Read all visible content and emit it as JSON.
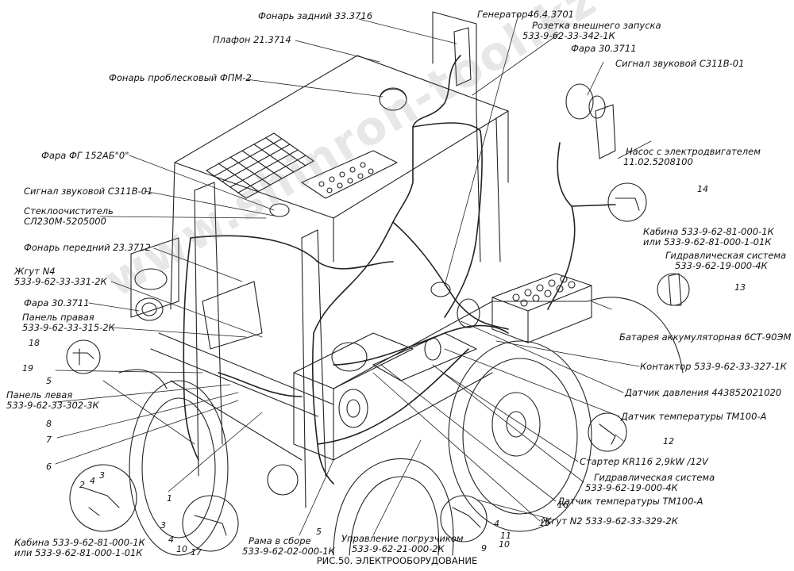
{
  "caption": "РИС.50. ЭЛЕКТРООБОРУДОВАНИЕ",
  "watermark": "www.shinron-tool.kz",
  "labels": {
    "fonar_zadniy": "Фонарь задний 33.3716",
    "plafon": "Плафон 21.3714",
    "fonar_problesk": "Фонарь проблесковый ФПМ-2",
    "fara_fg": "Фара ФГ 152АБ\"0\"",
    "signal_left": "Сигнал звуковой С311В-01",
    "steklooch_1": "Стеклоочиститель",
    "steklooch_2": "СЛ230М-5205000",
    "fonar_peredniy": "Фонарь передний 23.3712",
    "zhgut4_1": "Жгут N4",
    "zhgut4_2": "533-9-62-33-331-2К",
    "fara_left": "Фара 30.3711",
    "panel_prav_1": "Панель правая",
    "panel_prav_2": "533-9-62-33-315-2К",
    "panel_lev_1": "Панель левая",
    "panel_lev_2": "533-9-62-33-302-3К",
    "kabina_left_1": "Кабина 533-9-62-81-000-1К",
    "kabina_left_2": "или 533-9-62-81-000-1-01К",
    "rama_1": "Рама в сборе",
    "rama_2": "533-9-62-02-000-1К",
    "upravl_1": "Управление погрузчиком",
    "upravl_2": "533-9-62-21-000-2К",
    "generator": "Генератор46.4.3701",
    "rozetka_1": "Розетка внешнего запуска",
    "rozetka_2": "533-9-62-33-342-1К",
    "fara_right": "Фара 30.3711",
    "signal_right": "Сигнал звуковой С311В-01",
    "nasos_1": "Насос с электродвигателем",
    "nasos_2": "11.02.5208100",
    "kabina_right_1": "Кабина 533-9-62-81-000-1К",
    "kabina_right_2": "или 533-9-62-81-000-1-01К",
    "gidr_top_1": "Гидравлическая система",
    "gidr_top_2": "533-9-62-19-000-4К",
    "battery": "Батарея аккумуляторная 6СТ-90ЭМ",
    "kontaktor": "Контактор 533-9-62-33-327-1К",
    "datchik_davl": "Датчик давления 443852021020",
    "datchik_temp_1": "Датчик температуры ТМ100-А",
    "starter": "Стартер КR116 2,9kW /12V",
    "gidr_bot_1": "Гидравлическая система",
    "gidr_bot_2": "533-9-62-19-000-4К",
    "datchik_temp_2": "Датчик температуры ТМ100-А",
    "zhgut2": "Жгут N2 533-9-62-33-329-2К"
  },
  "numbers": {
    "n14": "14",
    "n13": "13",
    "n12": "12",
    "n16": "16",
    "n15": "15",
    "n18": "18",
    "n19": "19",
    "n5a": "5",
    "n8": "8",
    "n7": "7",
    "n6": "6",
    "n2": "2",
    "n4a": "4",
    "n3a": "3",
    "n1": "1",
    "n3b": "3",
    "n4b": "4",
    "n10a": "10",
    "n17": "17",
    "n5b": "5",
    "n4c": "4",
    "n11": "11",
    "n10b": "10",
    "n9": "9"
  }
}
